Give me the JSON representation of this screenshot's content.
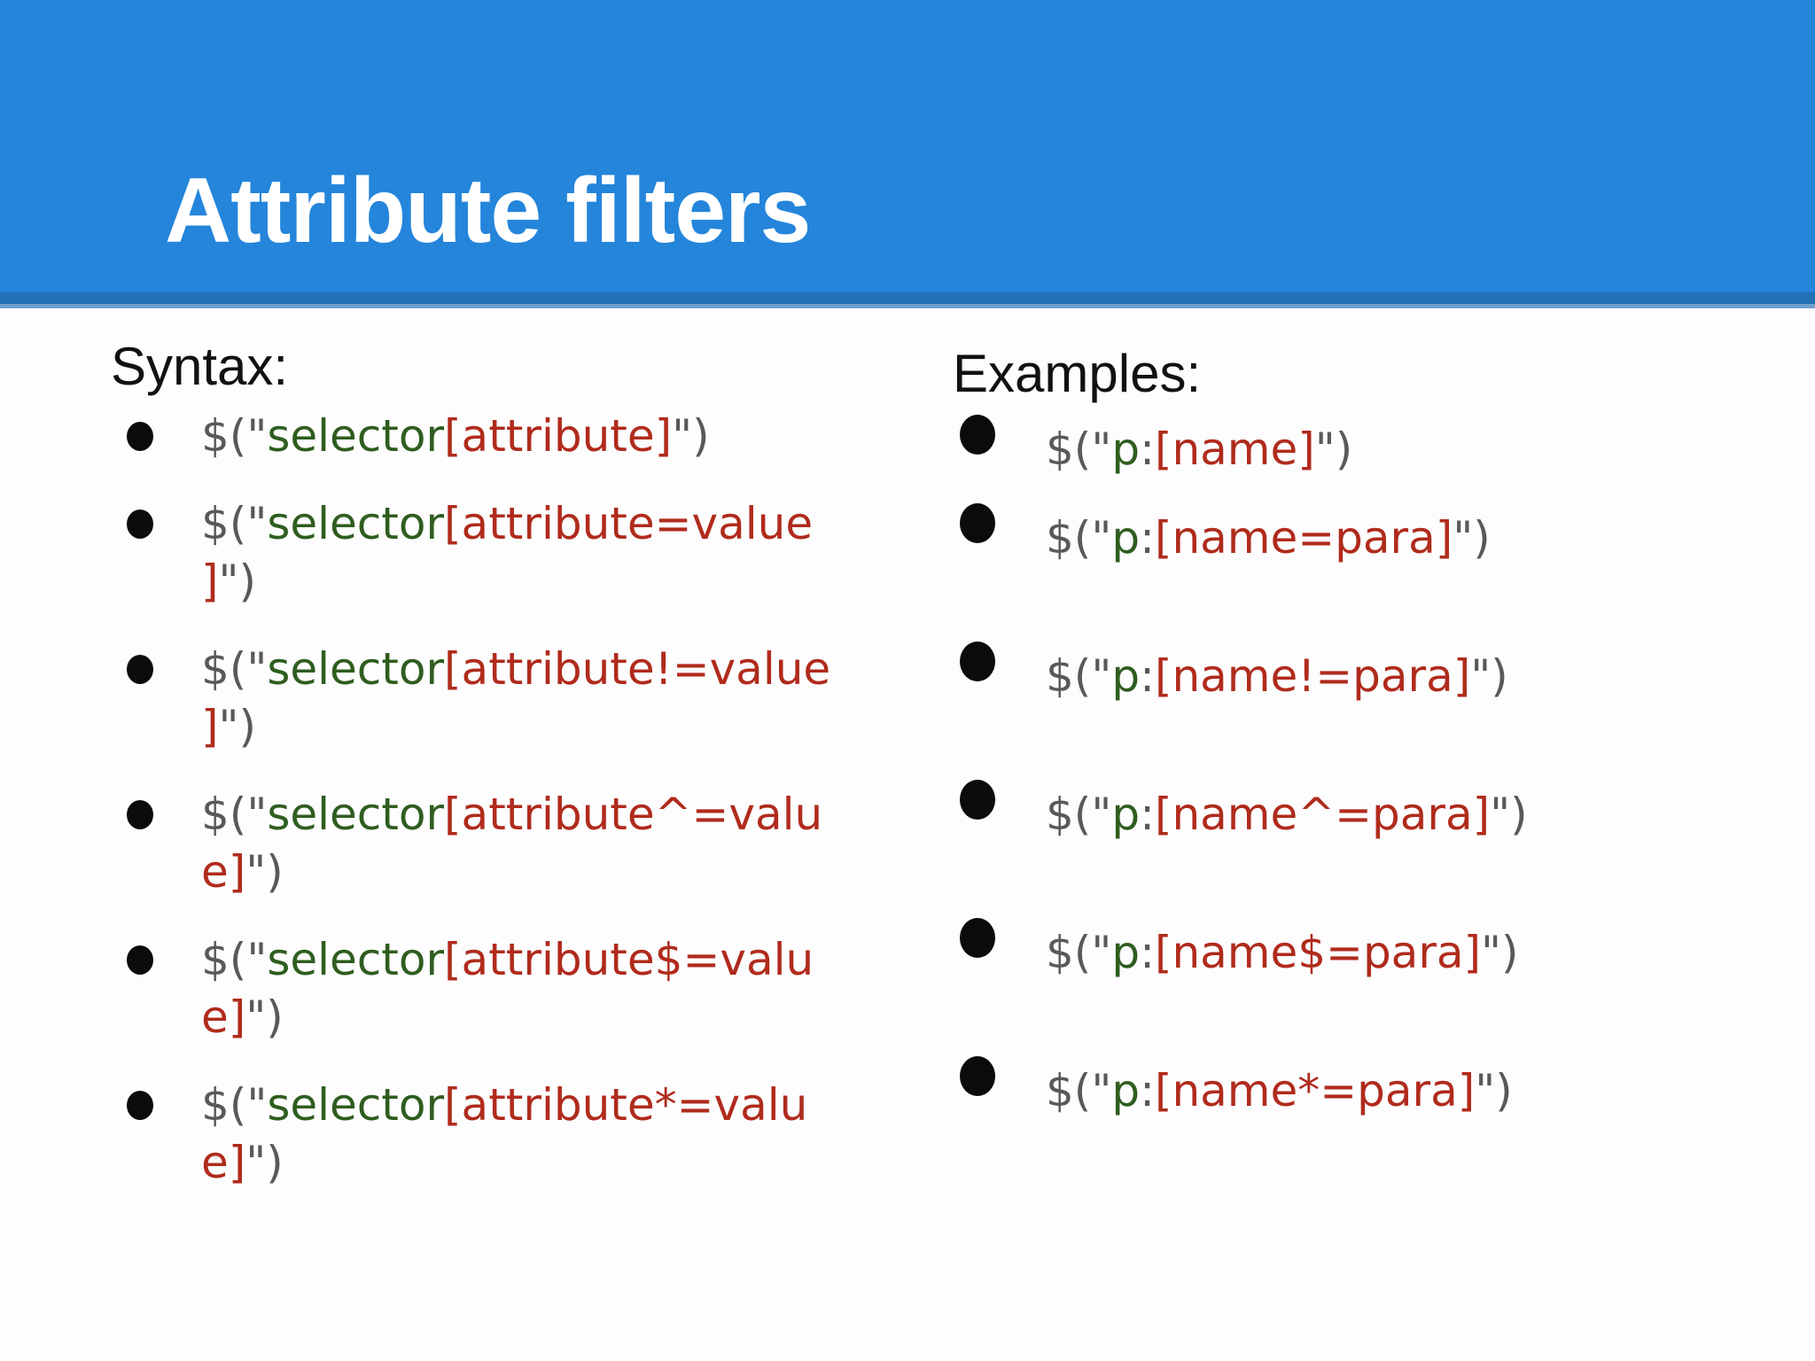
{
  "slide": {
    "title": "Attribute filters",
    "colors": {
      "background": "#FDFDFE",
      "header_blue": "#2485DB",
      "header_strip": "#2272B5",
      "header_strip2": "#6FA0CC",
      "text_black": "#111111",
      "code_gray": "#58595B",
      "code_green": "#2F5D1F",
      "code_red": "#B02B1C"
    },
    "syntax": {
      "label": "Syntax:",
      "items": [
        {
          "lines": [
            [
              {
                "t": "$(\"",
                "c": "gray"
              },
              {
                "t": "selector",
                "c": "green"
              },
              {
                "t": "[attribute]",
                "c": "red"
              },
              {
                "t": "\")",
                "c": "gray"
              }
            ]
          ]
        },
        {
          "lines": [
            [
              {
                "t": "$(\"",
                "c": "gray"
              },
              {
                "t": "selector",
                "c": "green"
              },
              {
                "t": "[attribute=value",
                "c": "red"
              }
            ],
            [
              {
                "t": "]",
                "c": "red"
              },
              {
                "t": "\")",
                "c": "gray"
              }
            ]
          ]
        },
        {
          "lines": [
            [
              {
                "t": "$(\"",
                "c": "gray"
              },
              {
                "t": "selector",
                "c": "green"
              },
              {
                "t": "[attribute!=value",
                "c": "red"
              }
            ],
            [
              {
                "t": "]",
                "c": "red"
              },
              {
                "t": "\")",
                "c": "gray"
              }
            ]
          ]
        },
        {
          "lines": [
            [
              {
                "t": "$(\"",
                "c": "gray"
              },
              {
                "t": "selector",
                "c": "green"
              },
              {
                "t": "[attribute^=valu",
                "c": "red"
              }
            ],
            [
              {
                "t": "e]",
                "c": "red"
              },
              {
                "t": "\")",
                "c": "gray"
              }
            ]
          ]
        },
        {
          "lines": [
            [
              {
                "t": "$(\"",
                "c": "gray"
              },
              {
                "t": "selector",
                "c": "green"
              },
              {
                "t": "[attribute$=valu",
                "c": "red"
              }
            ],
            [
              {
                "t": "e]",
                "c": "red"
              },
              {
                "t": "\")",
                "c": "gray"
              }
            ]
          ]
        },
        {
          "lines": [
            [
              {
                "t": "$(\"",
                "c": "gray"
              },
              {
                "t": "selector",
                "c": "green"
              },
              {
                "t": "[attribute*=valu",
                "c": "red"
              }
            ],
            [
              {
                "t": "e]",
                "c": "red"
              },
              {
                "t": "\")",
                "c": "gray"
              }
            ]
          ]
        }
      ]
    },
    "examples": {
      "label": "Examples:",
      "items": [
        {
          "lines": [
            [
              {
                "t": "$(\"",
                "c": "gray"
              },
              {
                "t": "p",
                "c": "green"
              },
              {
                "t": ":",
                "c": "gray"
              },
              {
                "t": "[name]",
                "c": "red"
              },
              {
                "t": "\")",
                "c": "gray"
              }
            ]
          ]
        },
        {
          "lines": [
            [
              {
                "t": "$(\"",
                "c": "gray"
              },
              {
                "t": "p",
                "c": "green"
              },
              {
                "t": ":",
                "c": "gray"
              },
              {
                "t": "[name=para]",
                "c": "red"
              },
              {
                "t": "\")",
                "c": "gray"
              }
            ]
          ]
        },
        {
          "lines": [
            [
              {
                "t": "$(\"",
                "c": "gray"
              },
              {
                "t": "p",
                "c": "green"
              },
              {
                "t": ":",
                "c": "gray"
              },
              {
                "t": "[name!=para]",
                "c": "red"
              },
              {
                "t": "\")",
                "c": "gray"
              }
            ]
          ]
        },
        {
          "lines": [
            [
              {
                "t": "$(\"",
                "c": "gray"
              },
              {
                "t": "p",
                "c": "green"
              },
              {
                "t": ":",
                "c": "gray"
              },
              {
                "t": "[name^=para]",
                "c": "red"
              },
              {
                "t": "\")",
                "c": "gray"
              }
            ]
          ]
        },
        {
          "lines": [
            [
              {
                "t": "$(\"",
                "c": "gray"
              },
              {
                "t": "p",
                "c": "green"
              },
              {
                "t": ":",
                "c": "gray"
              },
              {
                "t": "[name$=para]",
                "c": "red"
              },
              {
                "t": "\")",
                "c": "gray"
              }
            ]
          ]
        },
        {
          "lines": [
            [
              {
                "t": "$(\"",
                "c": "gray"
              },
              {
                "t": "p",
                "c": "green"
              },
              {
                "t": ":",
                "c": "gray"
              },
              {
                "t": "[name*=para]",
                "c": "red"
              },
              {
                "t": "\")",
                "c": "gray"
              }
            ]
          ]
        }
      ]
    }
  }
}
